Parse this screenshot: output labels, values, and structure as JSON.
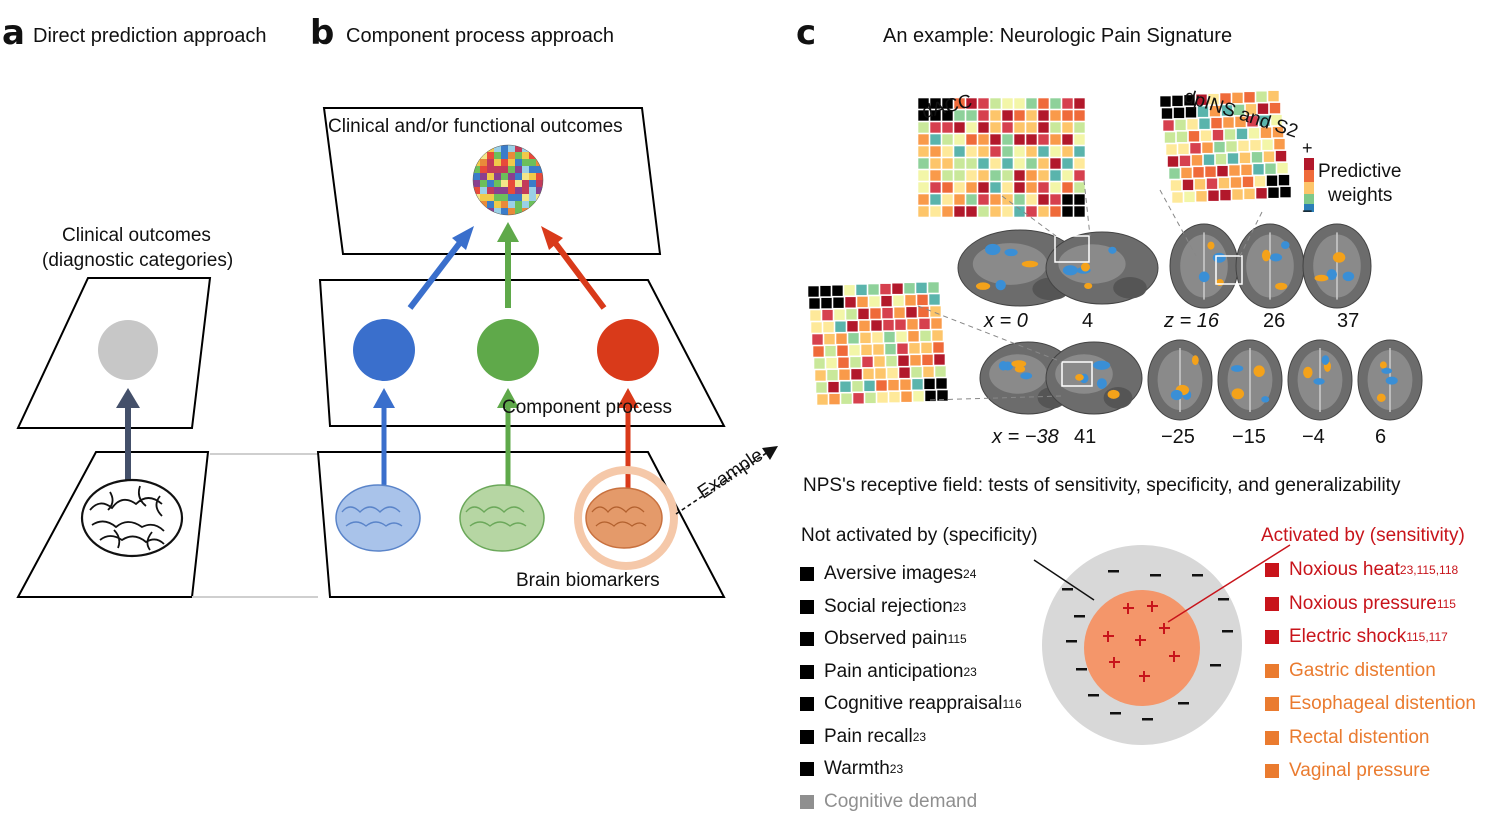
{
  "panel_a": {
    "letter": "a",
    "title": "Direct prediction approach",
    "outcome_label_1": "Clinical outcomes",
    "outcome_label_2": "(diagnostic categories)"
  },
  "panel_b": {
    "letter": "b",
    "title": "Component process approach",
    "top_label": "Clinical and/or functional outcomes",
    "middle_label": "Component process",
    "bottom_label": "Brain biomarkers",
    "example_label": "Example",
    "colors": {
      "blue": "#3a6fcc",
      "green": "#5fa94a",
      "red": "#d93a1a",
      "gray": "#bdbdbd"
    }
  },
  "panel_c": {
    "letter": "c",
    "title": "An example: Neurologic Pain Signature",
    "dacc_label": "dACC",
    "dpins_label": "dpINS and S2",
    "legend_plus": "+",
    "legend_minus": "−",
    "legend_label_1": "Predictive",
    "legend_label_2": "weights",
    "sag_top": {
      "prefix": "x = 0",
      "second": "4"
    },
    "ax_top": {
      "prefix": "z = 16",
      "second": "26",
      "third": "37"
    },
    "sag_bottom": {
      "prefix": "x = −38",
      "second": "41"
    },
    "ax_bottom": [
      "−25",
      "−15",
      "−4",
      "6"
    ],
    "receptive_title": "NPS's receptive field: tests of sensitivity, specificity, and generalizability",
    "not_activated_title": "Not activated by (specificity)",
    "activated_title": "Activated by (sensitivity)",
    "not_activated": [
      {
        "text": "Aversive images",
        "ref": "24"
      },
      {
        "text": "Social rejection",
        "ref": "23"
      },
      {
        "text": "Observed pain",
        "ref": "115"
      },
      {
        "text": "Pain anticipation",
        "ref": "23"
      },
      {
        "text": "Cognitive reappraisal",
        "ref": "116"
      },
      {
        "text": "Pain recall",
        "ref": "23"
      },
      {
        "text": "Warmth",
        "ref": "23"
      },
      {
        "text": "Cognitive demand",
        "ref": ""
      }
    ],
    "activated": [
      {
        "text": "Noxious heat",
        "ref": "23,115,118"
      },
      {
        "text": "Noxious pressure",
        "ref": "115"
      },
      {
        "text": "Electric shock",
        "ref": "115,117"
      },
      {
        "text": "Gastric distention",
        "ref": ""
      },
      {
        "text": "Esophageal distention",
        "ref": ""
      },
      {
        "text": "Rectal distention",
        "ref": ""
      },
      {
        "text": "Vaginal pressure",
        "ref": ""
      }
    ],
    "colors": {
      "sensitivity": "#c8141b",
      "generalizability": "#ea7b2f",
      "cognitive_demand": "#8f8f8f",
      "inner_circle": "#f4966a",
      "outer_circle": "#d8d8d8"
    }
  }
}
